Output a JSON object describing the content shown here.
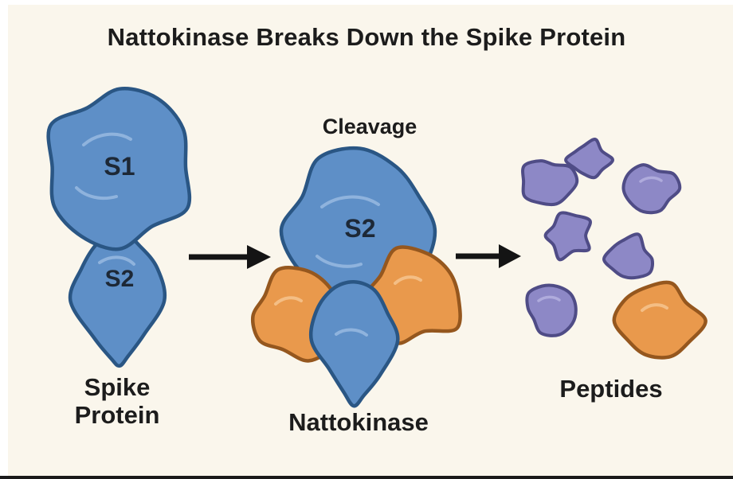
{
  "title": "Nattokinase Breaks Down the Spike Protein",
  "diagram": {
    "stage1": {
      "label": "Spike Protein",
      "subunit_top": "S1",
      "subunit_bottom": "S2"
    },
    "stage2": {
      "annotation": "Cleavage",
      "subunit": "S2",
      "label": "Nattokinase"
    },
    "stage3": {
      "label": "Peptides"
    }
  },
  "colors": {
    "background": "#FAF6EC",
    "spike_blue": "#5E8FC7",
    "spike_blue_outline": "#2A5684",
    "spike_blue_light": "#8FB3DD",
    "nattokinase_orange": "#E9994C",
    "nattokinase_orange_outline": "#95571E",
    "nattokinase_orange_light": "#F4BE85",
    "peptide_purple": "#8D88C6",
    "peptide_purple_outline": "#4F4C86",
    "peptide_purple_light": "#AFABDC",
    "arrow": "#141414",
    "text": "#1C1C1C",
    "subunit_text": "#1D2836"
  }
}
